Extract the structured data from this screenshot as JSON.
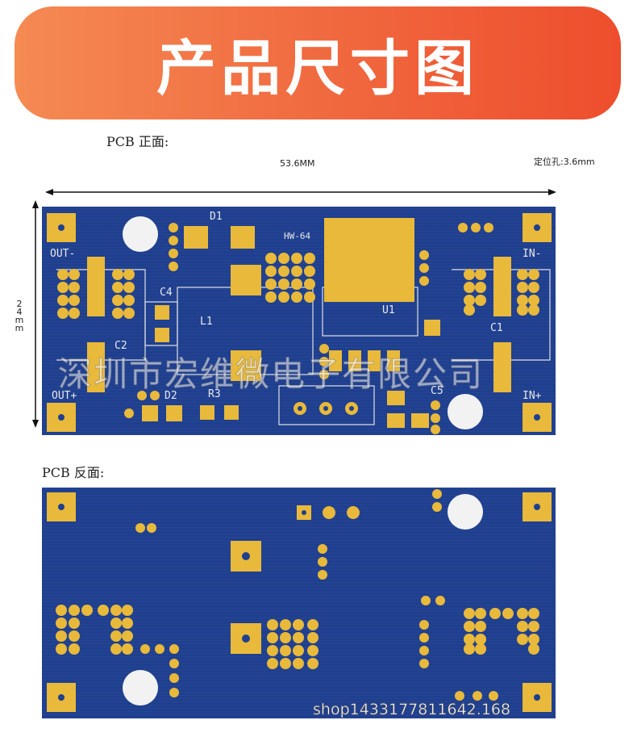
{
  "banner": {
    "title": "产品尺寸图"
  },
  "front": {
    "label": "PCB 正面:",
    "width_label": "53.6MM",
    "hole_label": "定位孔:3.6mm",
    "height_label": "24mm",
    "silk": {
      "d1": "D1",
      "hw64": "HW-64",
      "out_minus": "OUT-",
      "in_minus": "IN-",
      "c4": "C4",
      "l1": "L1",
      "u1": "U1",
      "c2": "C2",
      "c1": "C1",
      "out_plus": "OUT+",
      "in_plus": "IN+",
      "d2": "D2",
      "r3": "R3",
      "c5": "C5"
    },
    "watermark": "深圳市宏维微电子有限公司"
  },
  "back": {
    "label": "PCB 反面:"
  },
  "footer": {
    "shop": "shop1433177811642.168"
  },
  "colors": {
    "banner": "#f0673e",
    "board": "#1f3f8f",
    "pad": "#e8b93a"
  }
}
